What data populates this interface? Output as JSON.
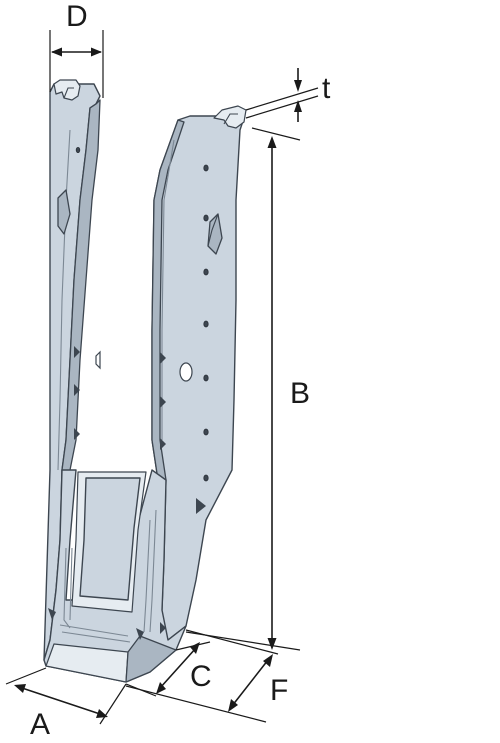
{
  "dimensions": {
    "A": "A",
    "B": "B",
    "C": "C",
    "D": "D",
    "F": "F",
    "t": "t"
  },
  "colors": {
    "metal": "#cbd5df",
    "metal_shadow": "#aab6c2",
    "metal_highlight": "#e6ecf1",
    "outline": "#3d4650",
    "dimension_ink": "#1a1a1a",
    "background": "#ffffff"
  }
}
